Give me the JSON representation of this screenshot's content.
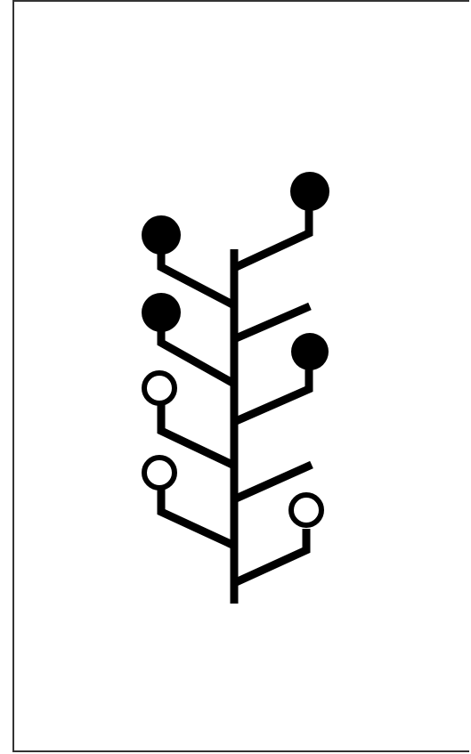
{
  "colors": {
    "ink": "#000000",
    "paper": "#ffffff",
    "frame": "#333333"
  },
  "diagram": {
    "description_type": "branching-stem-glyph",
    "branches": [
      {
        "side": "left",
        "terminal": "filled-circle"
      },
      {
        "side": "right",
        "terminal": "filled-circle"
      },
      {
        "side": "left",
        "terminal": "filled-circle"
      },
      {
        "side": "right",
        "terminal": "none"
      },
      {
        "side": "right",
        "terminal": "filled-circle"
      },
      {
        "side": "left",
        "terminal": "open-circle"
      },
      {
        "side": "left",
        "terminal": "open-circle"
      },
      {
        "side": "right",
        "terminal": "none"
      },
      {
        "side": "right",
        "terminal": "open-circle"
      }
    ]
  }
}
